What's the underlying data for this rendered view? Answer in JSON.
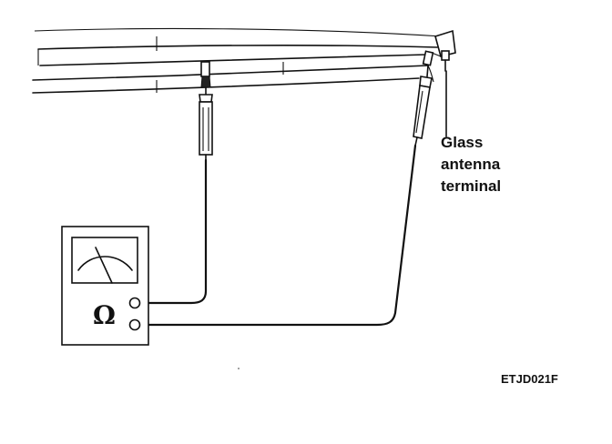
{
  "labels": {
    "terminal_line1": "Glass",
    "terminal_line2": "antenna",
    "terminal_line3": "terminal",
    "figure_code": "ETJD021F",
    "ohm_symbol": "Ω"
  },
  "icons": {
    "meter": "ohmmeter-icon"
  }
}
